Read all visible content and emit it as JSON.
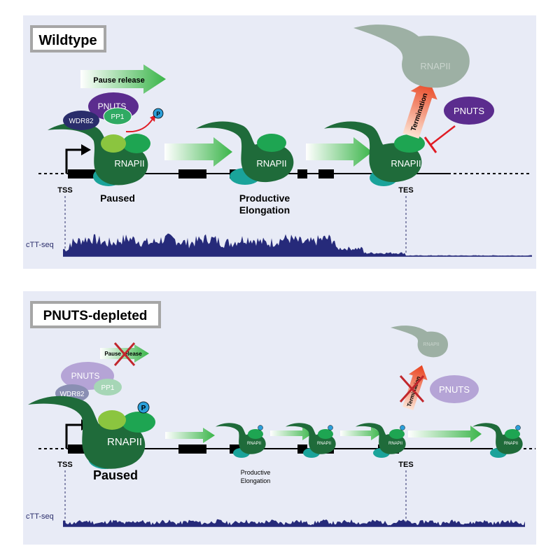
{
  "wildtype": {
    "title": "Wildtype",
    "pause_release": "Pause release",
    "pnuts": "PNUTS",
    "wdr82": "WDR82",
    "pp1": "PP1",
    "phospho": "P",
    "rnapii": "RNAPII",
    "tss": "TSS",
    "tes": "TES",
    "paused": "Paused",
    "productive_line1": "Productive",
    "productive_line2": "Elongation",
    "termination": "Termination",
    "pnuts_free": "PNUTS",
    "rnapii_released": "RNAPII",
    "track_label": "cTT-seq"
  },
  "depleted": {
    "title": "PNUTS-depleted",
    "pause_release": "Pause release",
    "pnuts": "PNUTS",
    "wdr82": "WDR82",
    "pp1": "PP1",
    "phospho": "P",
    "rnapii": "RNAPII",
    "tss": "TSS",
    "tes": "TES",
    "paused": "Paused",
    "productive_line1": "Productive",
    "productive_line2": "Elongation",
    "termination": "Termination",
    "pnuts_free": "PNUTS",
    "rnapii_released": "RNAPII",
    "track_label": "cTT-seq"
  },
  "colors": {
    "panel_bg": "#e8ebf6",
    "pol_dark": "#1f6b3a",
    "pol_light": "#1ea552",
    "lime": "#8bc53f",
    "teal": "#1aa39a",
    "pnuts_purple": "#5b2c8e",
    "wdr82_navy": "#2a2d6b",
    "pp1_green": "#2faa63",
    "phospho_blue": "#2b9fd9",
    "track_navy": "#262a7a",
    "inhibit_red": "#e01b24"
  }
}
